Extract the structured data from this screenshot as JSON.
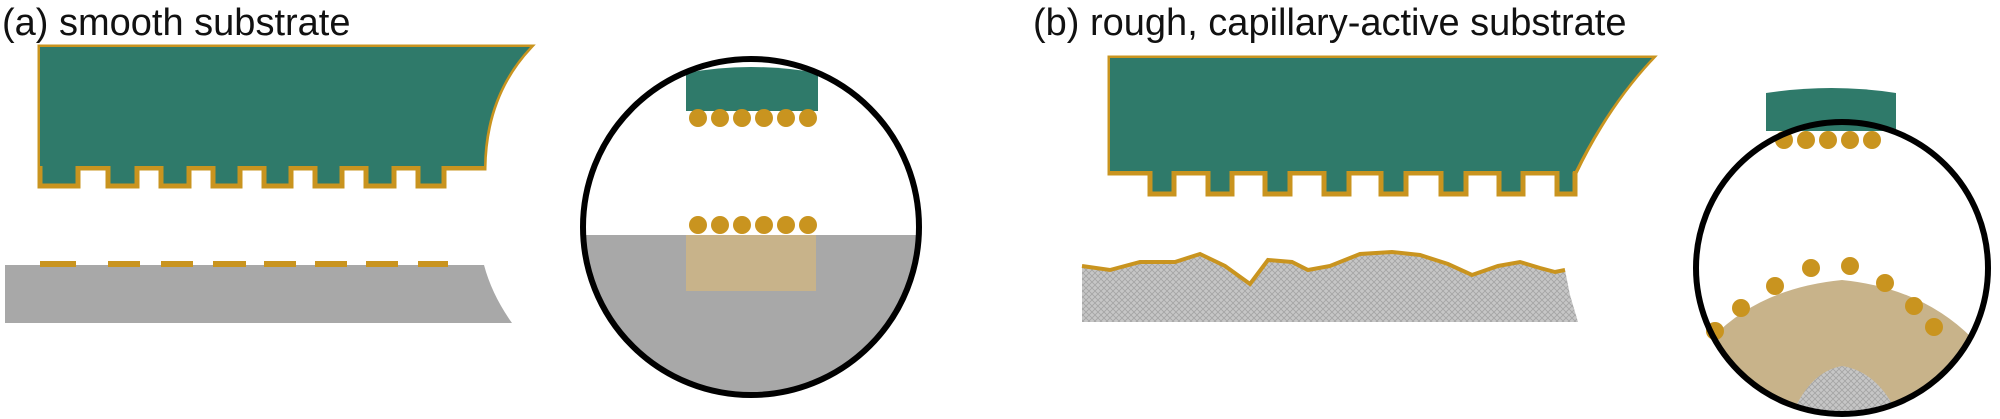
{
  "panels": [
    {
      "id": "a",
      "label": "(a) smooth substrate"
    },
    {
      "id": "b",
      "label": "(b) rough, capillary-active substrate"
    }
  ],
  "colors": {
    "stamp": "#2f7a6a",
    "particle": "#c9941f",
    "substrate_smooth": "#a8a8a8",
    "substrate_rough": "#c6c6c6",
    "absorbed_zone": "#c8b38a",
    "circle_border": "#000000"
  }
}
